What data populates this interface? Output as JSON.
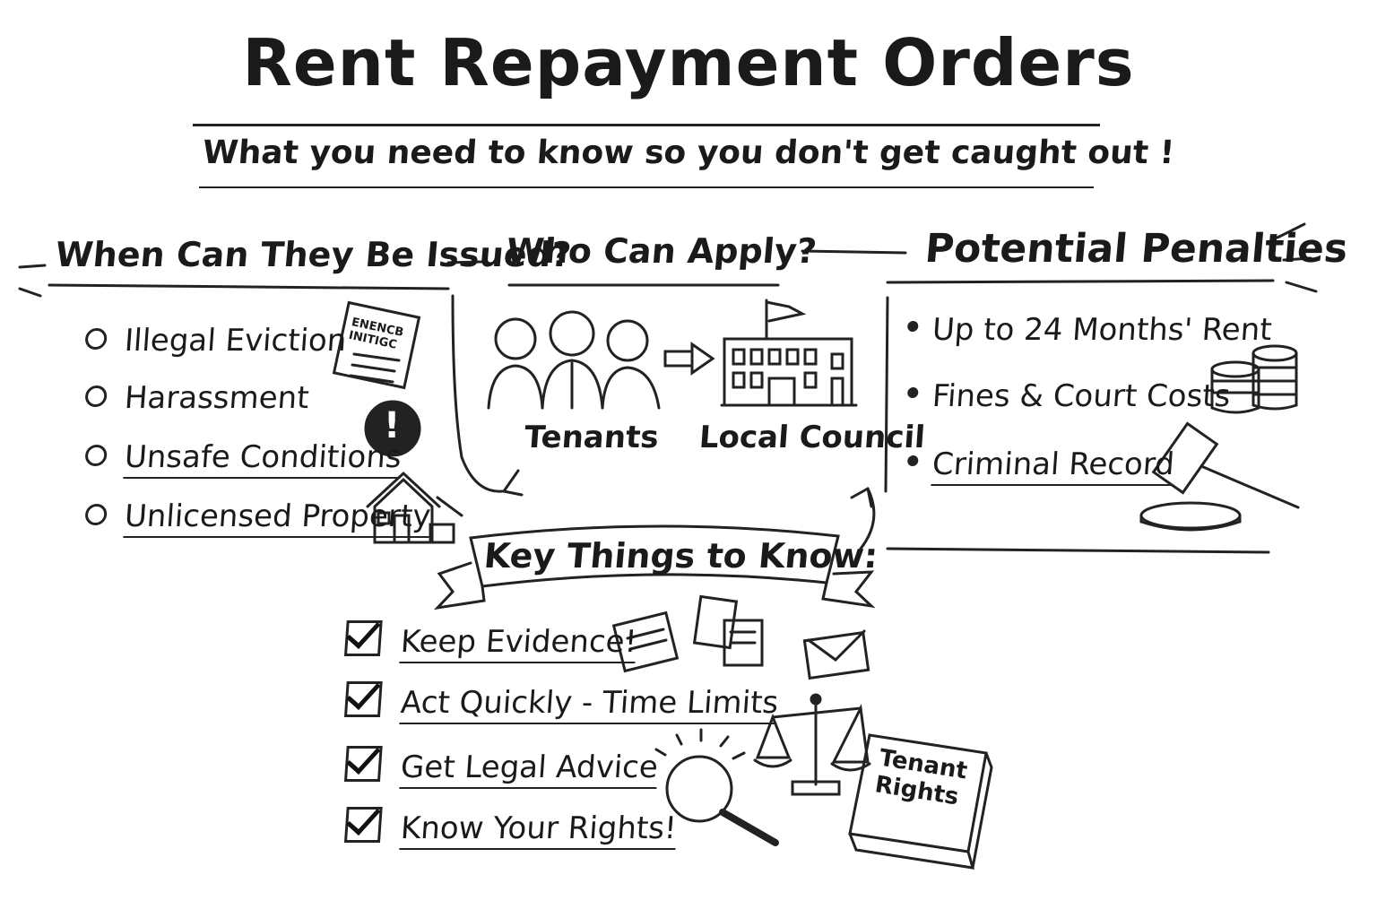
{
  "title": "Rent Repayment Orders",
  "subtitle": "What you need to know so you don't get caught out !",
  "when": {
    "heading": "When Can They Be Issued?",
    "items": [
      "Illegal Eviction",
      "Harassment",
      "Unsafe Conditions",
      "Unlicensed Property"
    ],
    "notice_text": "ENENCB INITIGC"
  },
  "who": {
    "heading": "Who Can Apply?",
    "tenants_label": "Tenants",
    "council_label": "Local Council"
  },
  "penalties": {
    "heading": "Potential Penalties",
    "items": [
      "Up to 24 Months' Rent",
      "Fines & Court Costs",
      "Criminal Record"
    ]
  },
  "key": {
    "heading": "Key Things to Know:",
    "items": [
      "Keep Evidence!",
      "Act Quickly - Time Limits",
      "Get Legal Advice",
      "Know Your Rights!"
    ],
    "book_text": "Tenant Rights"
  },
  "icons": [
    "notice-icon",
    "exclamation-icon",
    "house-icon",
    "people-icon",
    "arrow-icon",
    "building-icon",
    "coins-icon",
    "gavel-icon",
    "documents-icon",
    "envelope-icon",
    "scales-icon",
    "magnifier-icon",
    "book-icon"
  ]
}
